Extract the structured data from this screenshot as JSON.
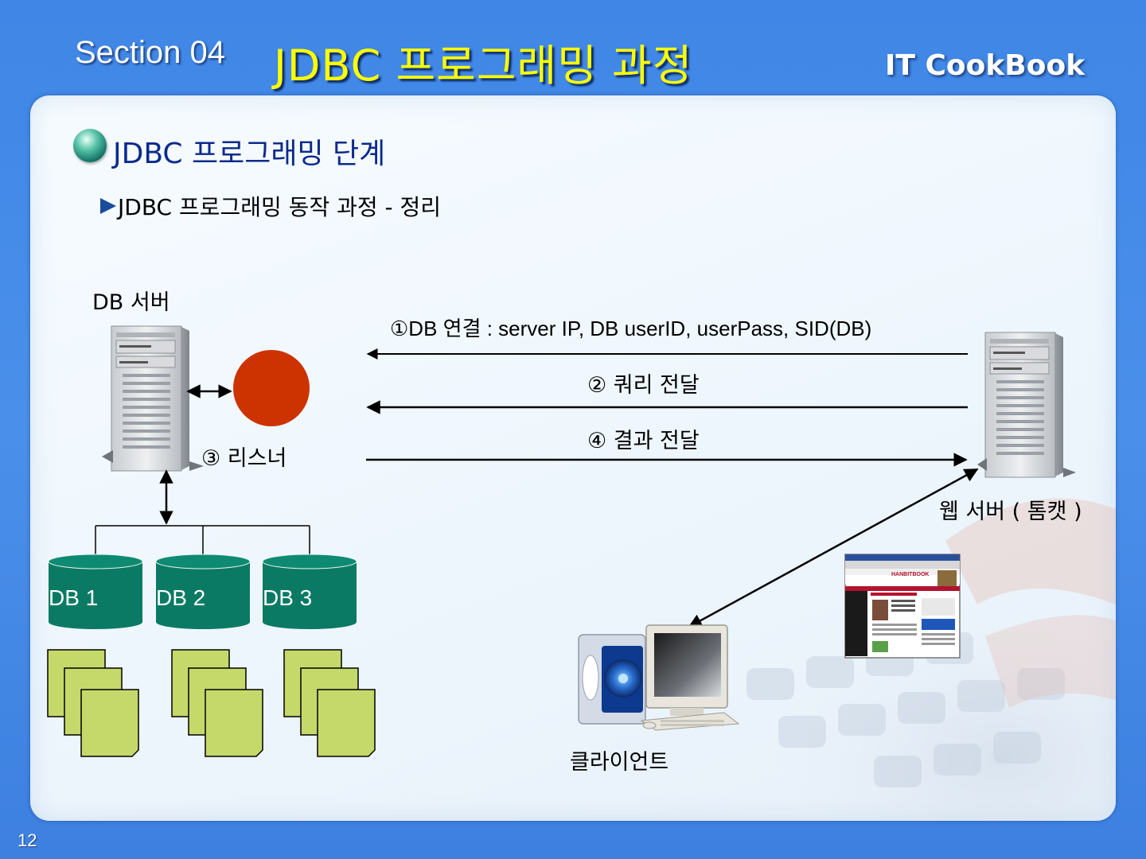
{
  "header": {
    "section_label": "Section 04",
    "title": "JDBC  프로그래밍 과정",
    "brand": "IT  CookBook"
  },
  "content": {
    "heading": "JDBC  프로그래밍 단계",
    "subheading": "JDBC  프로그래밍 동작 과정  -  정리"
  },
  "diagram": {
    "db_server_label": "DB  서버",
    "listener_label": "③  리스너",
    "web_server_label": "웹 서버 ( 톰캣 )",
    "client_label": "클라이언트",
    "steps": [
      "①DB  연결 : server IP,  DB userID, userPass, SID(DB)",
      "② 쿼리 전달",
      "④ 결과 전달"
    ],
    "databases": [
      "DB 1",
      "DB 2",
      "DB 3"
    ],
    "browser_brand": "HANBITBOOK"
  },
  "footer": {
    "page_number": "12"
  },
  "colors": {
    "background": "#4a90ea",
    "title": "#ffff00",
    "heading": "#0b2a8c",
    "listener_circle": "#cc3300",
    "database": "#0a7a64",
    "document": "#c5d96b"
  }
}
